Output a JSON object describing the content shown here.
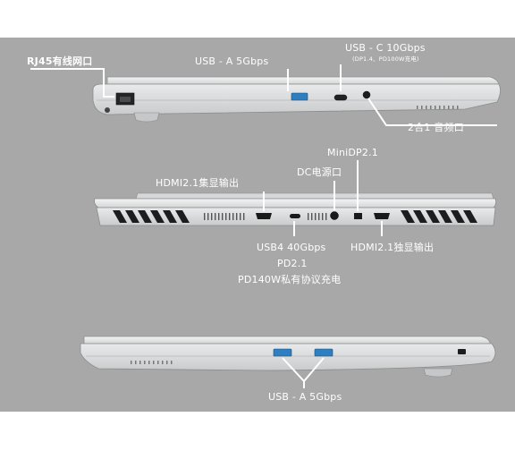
{
  "background_color": "#a7a8a7",
  "label_color": "#ffffff",
  "views": {
    "left_side": {
      "labels": {
        "rj45": "RJ45有线网口",
        "usb_a": "USB - A 5Gbps",
        "usb_c": "USB - C 10Gbps",
        "usb_c_note": "(DP1.4、PD100W充电)",
        "audio": "2合1 音频口"
      }
    },
    "rear": {
      "labels": {
        "minidp": "MiniDP2.1",
        "dc": "DC电源口",
        "hdmi_left": "HDMI2.1集显输出",
        "usb4_line1": "USB4 40Gbps",
        "usb4_line2": "PD2.1",
        "usb4_line3": "PD140W私有协议充电",
        "hdmi_right": "HDMI2.1独显输出"
      }
    },
    "right_side": {
      "labels": {
        "usb_a": "USB - A 5Gbps"
      }
    }
  }
}
